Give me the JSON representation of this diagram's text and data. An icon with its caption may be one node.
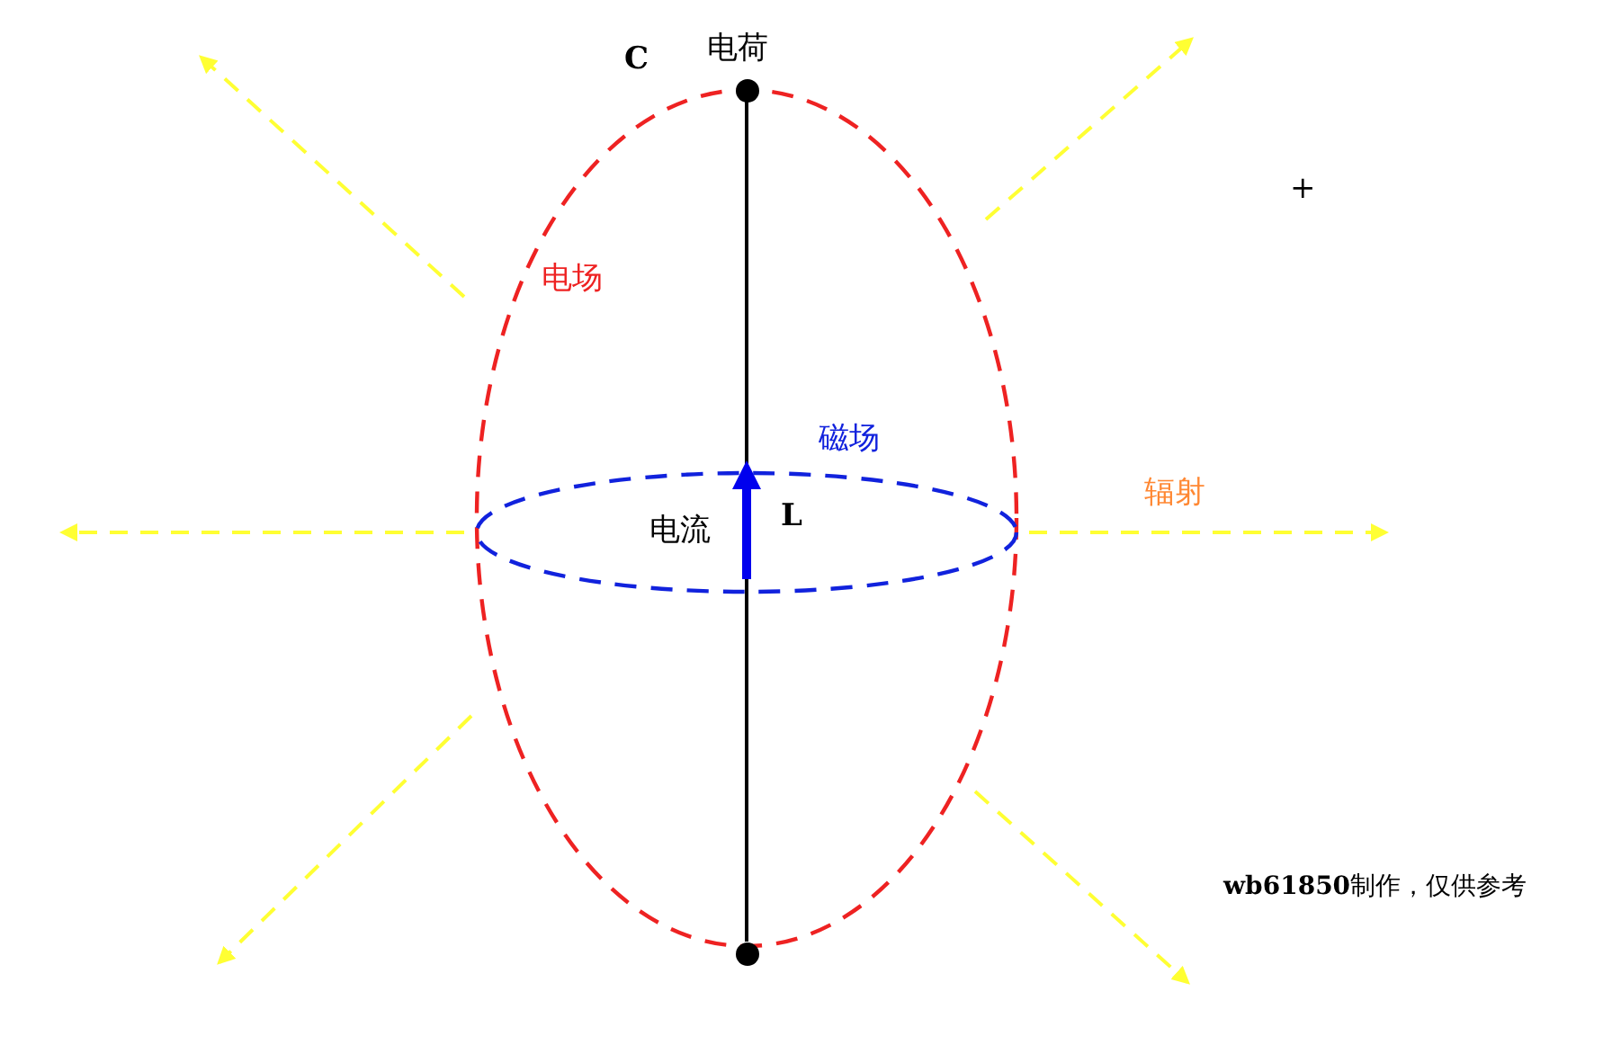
{
  "diagram": {
    "nodes": [
      {
        "text": [],
        "shape": "circle"
      },
      {
        "text": [],
        "shape": "circle"
      }
    ],
    "edges": [
      {
        "from": 0,
        "to": 1,
        "arrow": "none"
      }
    ],
    "labels": [
      "C",
      "电荷",
      "电场",
      "+",
      "磁场",
      "辐射",
      "电流",
      "L",
      "**wb61850**制作，仅供参考"
    ]
  }
}
